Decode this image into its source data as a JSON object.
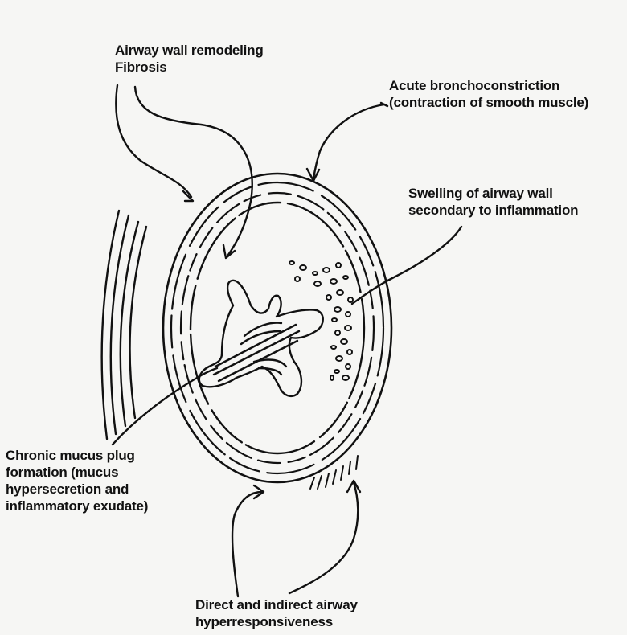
{
  "labels": {
    "remodeling": [
      "Airway wall remodeling",
      "Fibrosis"
    ],
    "bronchoconstriction": [
      "Acute bronchoconstriction",
      "(contraction of smooth muscle)"
    ],
    "swelling": [
      "Swelling of airway wall",
      "secondary to inflammation"
    ],
    "mucus_plug": [
      "Chronic mucus plug",
      "formation (mucus",
      "hypersecretion and",
      "inflammatory exudate)"
    ],
    "hyperresponsiveness": [
      "Direct and indirect airway",
      "hyperresponsiveness"
    ]
  },
  "colors": {
    "ink": "#111111",
    "paper": "#f6f6f4"
  }
}
